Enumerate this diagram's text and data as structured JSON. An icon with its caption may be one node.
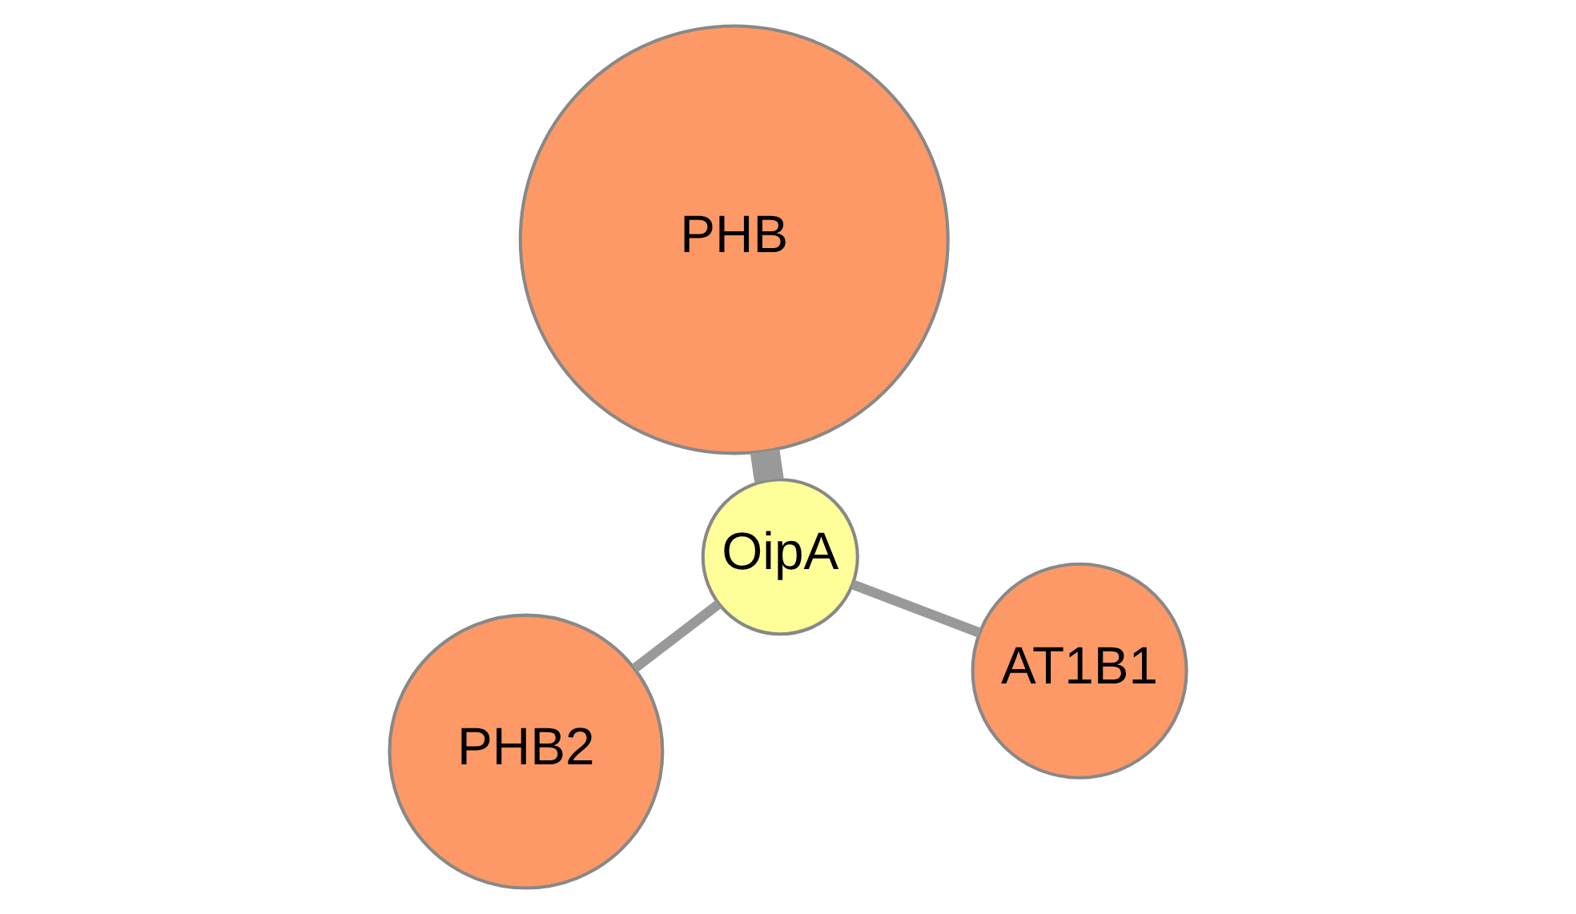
{
  "diagram": {
    "nodes": [
      {
        "text": [
          "PHB2"
        ]
      },
      {
        "text": [
          "AT1B1"
        ]
      },
      {
        "text": [
          "OipA"
        ]
      },
      {
        "text": [
          "PHB"
        ]
      }
    ],
    "edges": [
      {
        "from": 2,
        "to": 0,
        "arrow": "none"
      },
      {
        "from": 2,
        "to": 1,
        "arrow": "none"
      },
      {
        "from": 2,
        "to": 3,
        "arrow": "none",
        "style": "thick"
      }
    ]
  }
}
